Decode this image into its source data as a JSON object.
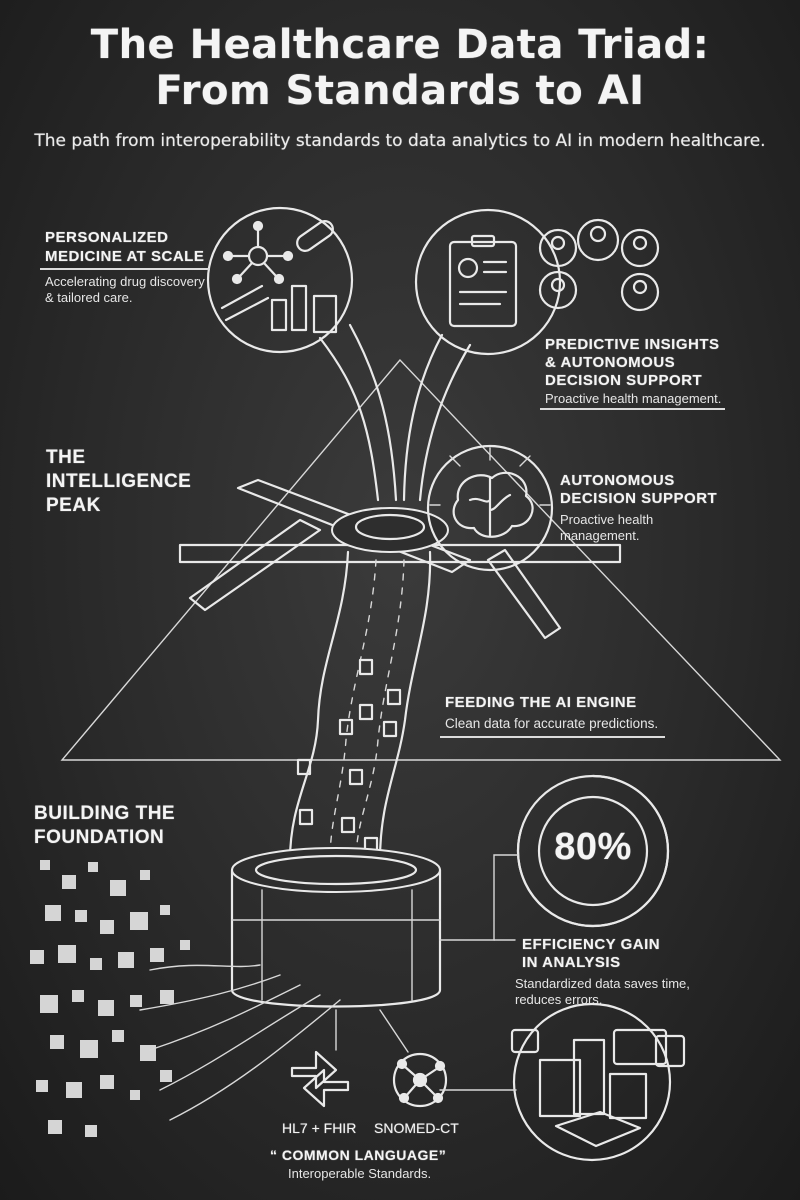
{
  "title": {
    "line1": "The Healthcare Data Triad:",
    "line2": "From Standards to AI"
  },
  "subtitle": "The path from interoperability standards to data analytics to AI in modern healthcare.",
  "personalized": {
    "heading_line1": "PERSONALIZED",
    "heading_line2": "MEDICINE AT SCALE",
    "desc_line1": "Accelerating drug discovery",
    "desc_line2": "& tailored care."
  },
  "predictive": {
    "heading_line1": "PREDICTIVE INSIGHTS",
    "heading_line2": "& AUTONOMOUS",
    "heading_line3": "DECISION SUPPORT",
    "desc": "Proactive health management."
  },
  "intelligence_peak": {
    "line1": "THE",
    "line2": "INTELLIGENCE",
    "line3": "PEAK"
  },
  "autonomous": {
    "heading_line1": "AUTONOMOUS",
    "heading_line2": "DECISION SUPPORT",
    "desc_line1": "Proactive health",
    "desc_line2": "management."
  },
  "feeding": {
    "heading": "FEEDING THE AI ENGINE",
    "desc": "Clean data for accurate predictions."
  },
  "foundation": {
    "line1": "BUILDING THE",
    "line2": "FOUNDATION"
  },
  "efficiency": {
    "value": "80%",
    "gauge_fraction": 0.8,
    "heading_line1": "EFFICIENCY GAIN",
    "heading_line2": "IN ANALYSIS",
    "desc_line1": "Standardized data saves time,",
    "desc_line2": "reduces errors."
  },
  "standards": {
    "hl7_label": "HL7 + FHIR",
    "snomed_label": "SNOMED-CT",
    "common_language": "“ COMMON LANGUAGE”",
    "common_desc": "Interoperable Standards."
  },
  "icons": [
    "molecule-icon",
    "pill-capsule-icon",
    "vials-icon",
    "clipboard-icon",
    "doctor-avatars-icon",
    "brain-icon",
    "gauge-icon",
    "buildings-icon",
    "hl7-fhir-icon",
    "snomed-network-icon"
  ],
  "colors": {
    "background": "#2b2b2b",
    "chalk": "#f2f2f2"
  }
}
